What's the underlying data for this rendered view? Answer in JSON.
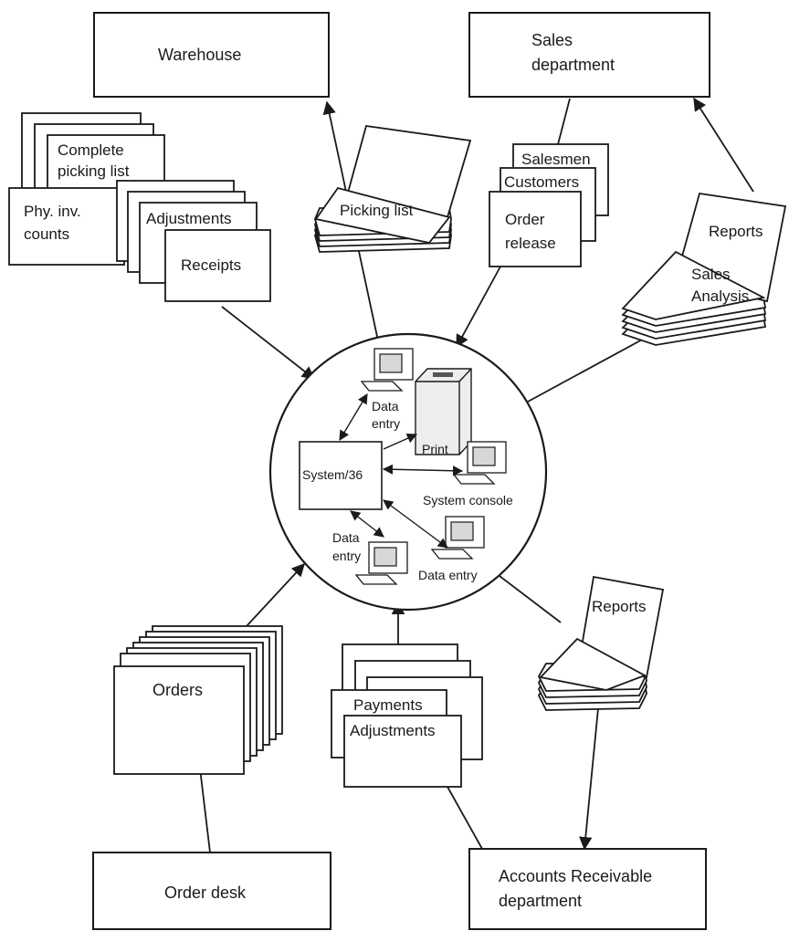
{
  "labels": {
    "warehouse": "Warehouse",
    "sales_dept_1": "Sales",
    "sales_dept_2": "department",
    "order_desk": "Order desk",
    "ar_dept_1": "Accounts Receivable",
    "ar_dept_2": "department",
    "complete_picking_1": "Complete",
    "complete_picking_2": "picking list",
    "phy_inv_1": "Phy. inv.",
    "phy_inv_2": "counts",
    "adjustments_top": "Adjustments",
    "receipts": "Receipts",
    "picking_list": "Picking list",
    "salesmen": "Salesmen",
    "customers": "Customers",
    "order_release_1": "Order",
    "order_release_2": "release",
    "reports_top": "Reports",
    "sales_analysis_1": "Sales",
    "sales_analysis_2": "Analysis",
    "orders": "Orders",
    "payments": "Payments",
    "adjustments_bottom": "Adjustments",
    "reports_bottom": "Reports",
    "system36": "System/36",
    "data_entry_top_1": "Data",
    "data_entry_top_2": "entry",
    "print": "Print",
    "system_console": "System console",
    "data_entry_left_1": "Data",
    "data_entry_left_2": "entry",
    "data_entry_right": "Data entry"
  }
}
